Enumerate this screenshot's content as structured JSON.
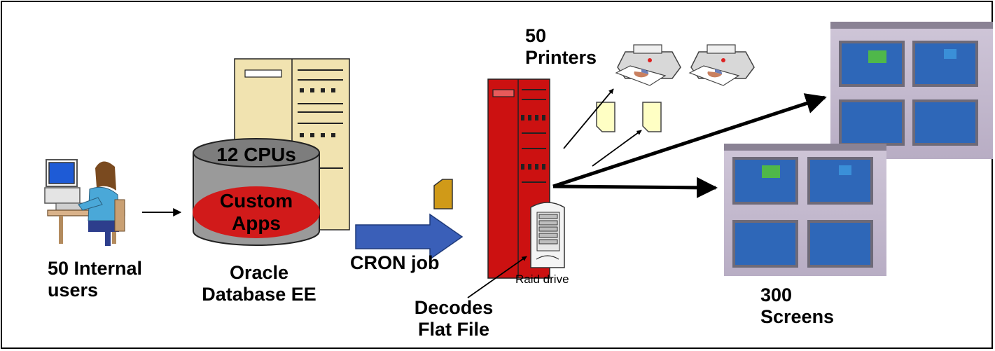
{
  "labels": {
    "users": [
      "50 Internal",
      "users"
    ],
    "cpus": "12 CPUs",
    "custom_apps": [
      "Custom",
      "Apps"
    ],
    "oracle": [
      "Oracle",
      "Database EE"
    ],
    "cron": "CRON job",
    "raid": "Raid drive",
    "decodes": [
      "Decodes",
      "Flat File"
    ],
    "printers": [
      "50",
      "Printers"
    ],
    "screens": [
      "300",
      "Screens"
    ]
  },
  "icons": [
    "user-at-computer-icon",
    "app-server-icon",
    "database-cylinder-icon",
    "flat-file-icon",
    "red-server-icon",
    "raid-drive-icon",
    "printer-icon",
    "document-icon",
    "monitor-wall-icon"
  ],
  "colors": {
    "cylinder_body": "#9a9a9a",
    "cylinder_top": "#7d7d7d",
    "custom_apps_ellipse": "#d11a1a",
    "app_server": "#f1e3b0",
    "red_server": "#cc1111",
    "cron_arrow": "#3a5fb8",
    "flat_file": "#d09a18",
    "document": "#ffffc4"
  }
}
